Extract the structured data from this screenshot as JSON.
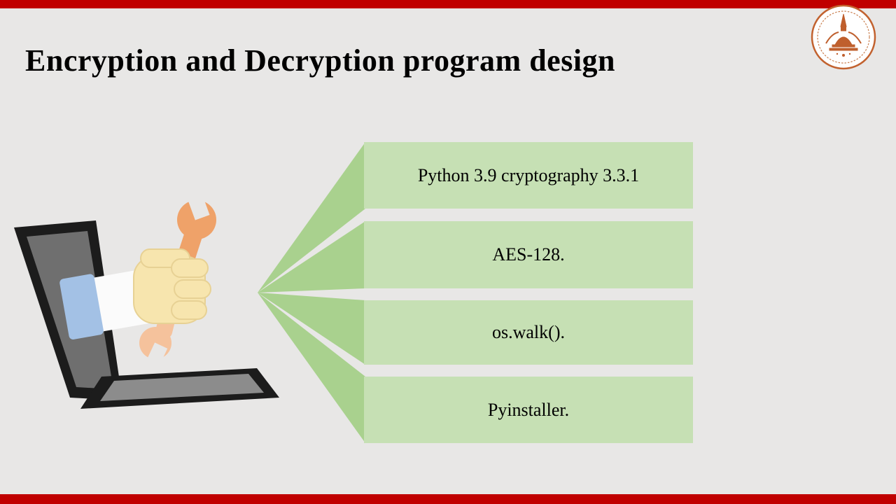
{
  "title": "Encryption and Decryption program design",
  "diagram": {
    "items": [
      {
        "label": "Python 3.9 cryptography 3.3.1"
      },
      {
        "label": "AES-128."
      },
      {
        "label": "os.walk()."
      },
      {
        "label": "Pyinstaller."
      }
    ]
  },
  "icons": {
    "logo": "institute-seal-logo",
    "illustration": "laptop-with-hand-holding-wrench"
  },
  "colors": {
    "accent_bar": "#C00000",
    "background": "#E8E7E6",
    "connector_green": "#A9D18E",
    "box_green": "#C6E0B4",
    "title_text": "#000000",
    "seal_orange": "#BF5F2D"
  }
}
